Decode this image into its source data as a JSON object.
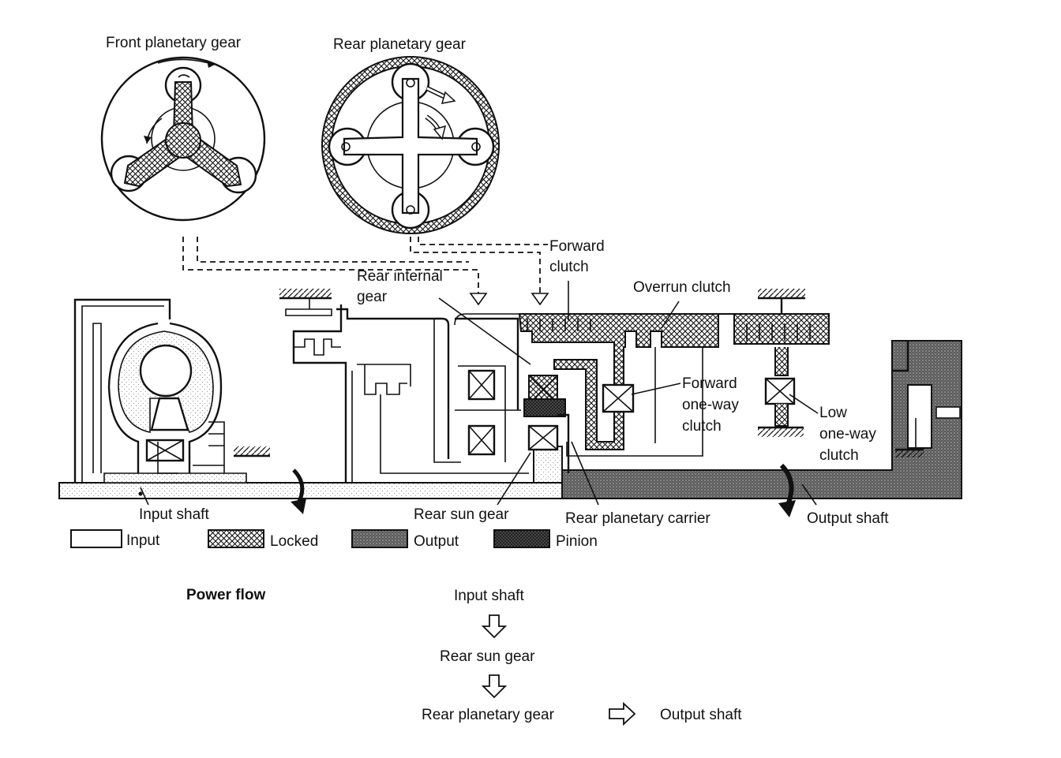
{
  "labels": {
    "front_planetary": "Front planetary gear",
    "rear_planetary": "Rear planetary gear",
    "forward_clutch_1": "Forward",
    "forward_clutch_2": "clutch",
    "rear_internal_1": "Rear internal",
    "rear_internal_2": "gear",
    "overrun_clutch": "Overrun clutch",
    "forward_owc_1": "Forward",
    "forward_owc_2": "one-way",
    "forward_owc_3": "clutch",
    "low_owc_1": "Low",
    "low_owc_2": "one-way",
    "low_owc_3": "clutch",
    "input_shaft": "Input shaft",
    "rear_sun_gear": "Rear sun gear",
    "rear_planetary_carrier": "Rear planetary carrier",
    "output_shaft": "Output shaft"
  },
  "legend": [
    {
      "key": "input",
      "label": "Input",
      "pattern": "light-dots"
    },
    {
      "key": "locked",
      "label": "Locked",
      "pattern": "cross-hatch"
    },
    {
      "key": "output",
      "label": "Output",
      "pattern": "dense-dots"
    },
    {
      "key": "pinion",
      "label": "Pinion",
      "pattern": "dark-cross-hatch"
    }
  ],
  "power_flow": {
    "title": "Power flow",
    "step1": "Input shaft",
    "step2": "Rear sun gear",
    "step3": "Rear planetary gear",
    "step4": "Output shaft"
  }
}
